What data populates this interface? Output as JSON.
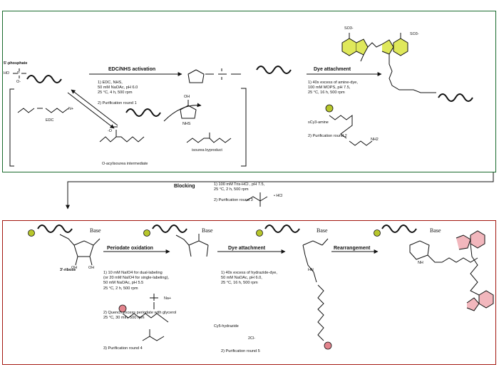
{
  "sections": {
    "five_prime": {
      "title": "5'-end labeling",
      "color": "#1a6b2e"
    },
    "three_prime": {
      "title": "3'-end labeling",
      "color": "#a3170f"
    }
  },
  "molecules": {
    "phosphate": "5'-phosphate",
    "edc": "EDC",
    "nhs": "NHS",
    "isourea": "isourea  byproduct",
    "acylisourea": "O-acylisourea  intermediate",
    "scy3": "sCy3-amine",
    "ribose": "3'-ribose",
    "cy5": "Cy5-hydrazide",
    "base": "Base"
  },
  "steps": {
    "edc_nhs": {
      "title": "EDC/NHS activation",
      "conditions": [
        "1) EDC, NHS,",
        "50 mM NaOAc, pH 6.0",
        "25 °C, 4 h, 500 rpm",
        "",
        "2) Purification round 1"
      ]
    },
    "dye1": {
      "title": "Dye attachment",
      "conditions": [
        "1) 40x excess of amine-dye,",
        "100 mM MOPS, pH 7.5,",
        "25 °C, 16 h, 500 rpm"
      ],
      "purification": "2) Purification round 2"
    },
    "blocking": {
      "title": "Blocking",
      "conditions": [
        "1) 100 mM Tris-HCl , pH 7.5,",
        "25 °C, 2 h, 500 rpm",
        "",
        "2) Purification round 3"
      ],
      "hcl": "• HCl"
    },
    "periodate": {
      "title": "Periodate oxidation",
      "conditions": [
        "1) 10 mM NaIO4 for dual-labeling",
        "(or 20 mM NaIO4 for single-labeling),",
        "50 mM NaOAc, pH 5.5",
        "25 °C, 2 h, 500 rpm"
      ],
      "quench": [
        "2) Quench excess periodate with glycerol",
        "25 °C, 30 min, 500 rpm"
      ],
      "purification": "3) Purification round 4",
      "na": "Na+"
    },
    "dye2": {
      "title": "Dye attachment",
      "conditions": [
        "1) 40x excess of hydrazide-dye,",
        "50 mM NaOAc, pH 6.0,",
        "25 °C, 16 h, 500 rpm"
      ],
      "purification": "2) Purification round 5"
    },
    "rearrangement": {
      "title": "Rearrangement"
    }
  },
  "atoms": {
    "ho": "HO",
    "o": "O",
    "p": "P",
    "om": "O-",
    "n": "N",
    "h": "H",
    "nplus": "N+",
    "oh": "OH",
    "so3": "SO3-",
    "nh2": "NH2",
    "nh": "NH",
    "hn": "HN",
    "six": "6",
    "cl": "2Cl-",
    "ome": "-O"
  },
  "colors": {
    "green_dye": "#b7c62b",
    "red_dye": "#e3848d",
    "strand": "#111111"
  }
}
